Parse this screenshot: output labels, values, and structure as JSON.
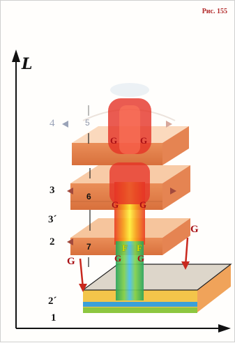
{
  "figure": {
    "label": "Рис. 155"
  },
  "axis": {
    "y_label": "L"
  },
  "levels": [
    "4",
    "3",
    "3´",
    "2",
    "2´",
    "1"
  ],
  "stages": [
    "5",
    "6",
    "7"
  ],
  "markers": {
    "g": "G",
    "f": "F"
  },
  "colors": {
    "layer": "#f1a574",
    "layer_top": "#f8cba7",
    "column_red": "#e53226",
    "arrow": "#c8281e",
    "label_red": "#a80f14"
  }
}
